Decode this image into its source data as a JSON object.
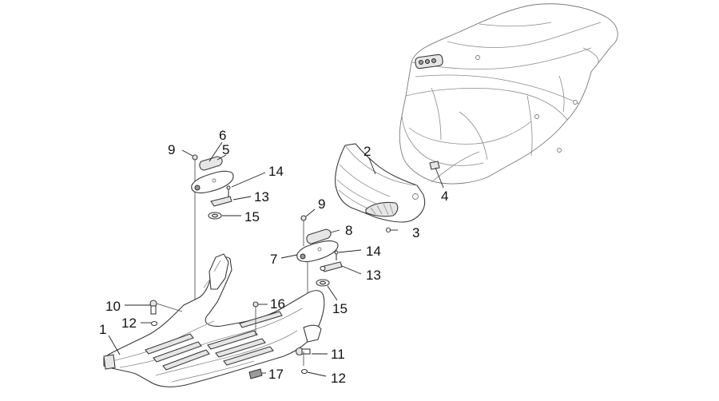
{
  "callouts": [
    {
      "id": "c1",
      "label": "1"
    },
    {
      "id": "c2",
      "label": "2"
    },
    {
      "id": "c3",
      "label": "3"
    },
    {
      "id": "c4",
      "label": "4"
    },
    {
      "id": "c5",
      "label": "5"
    },
    {
      "id": "c6",
      "label": "6"
    },
    {
      "id": "c7",
      "label": "7"
    },
    {
      "id": "c8",
      "label": "8"
    },
    {
      "id": "c9a",
      "label": "9"
    },
    {
      "id": "c9b",
      "label": "9"
    },
    {
      "id": "c10",
      "label": "10"
    },
    {
      "id": "c11",
      "label": "11"
    },
    {
      "id": "c12a",
      "label": "12"
    },
    {
      "id": "c12b",
      "label": "12"
    },
    {
      "id": "c13a",
      "label": "13"
    },
    {
      "id": "c13b",
      "label": "13"
    },
    {
      "id": "c14a",
      "label": "14"
    },
    {
      "id": "c14b",
      "label": "14"
    },
    {
      "id": "c15a",
      "label": "15"
    },
    {
      "id": "c15b",
      "label": "15"
    },
    {
      "id": "c16",
      "label": "16"
    },
    {
      "id": "c17",
      "label": "17"
    }
  ]
}
